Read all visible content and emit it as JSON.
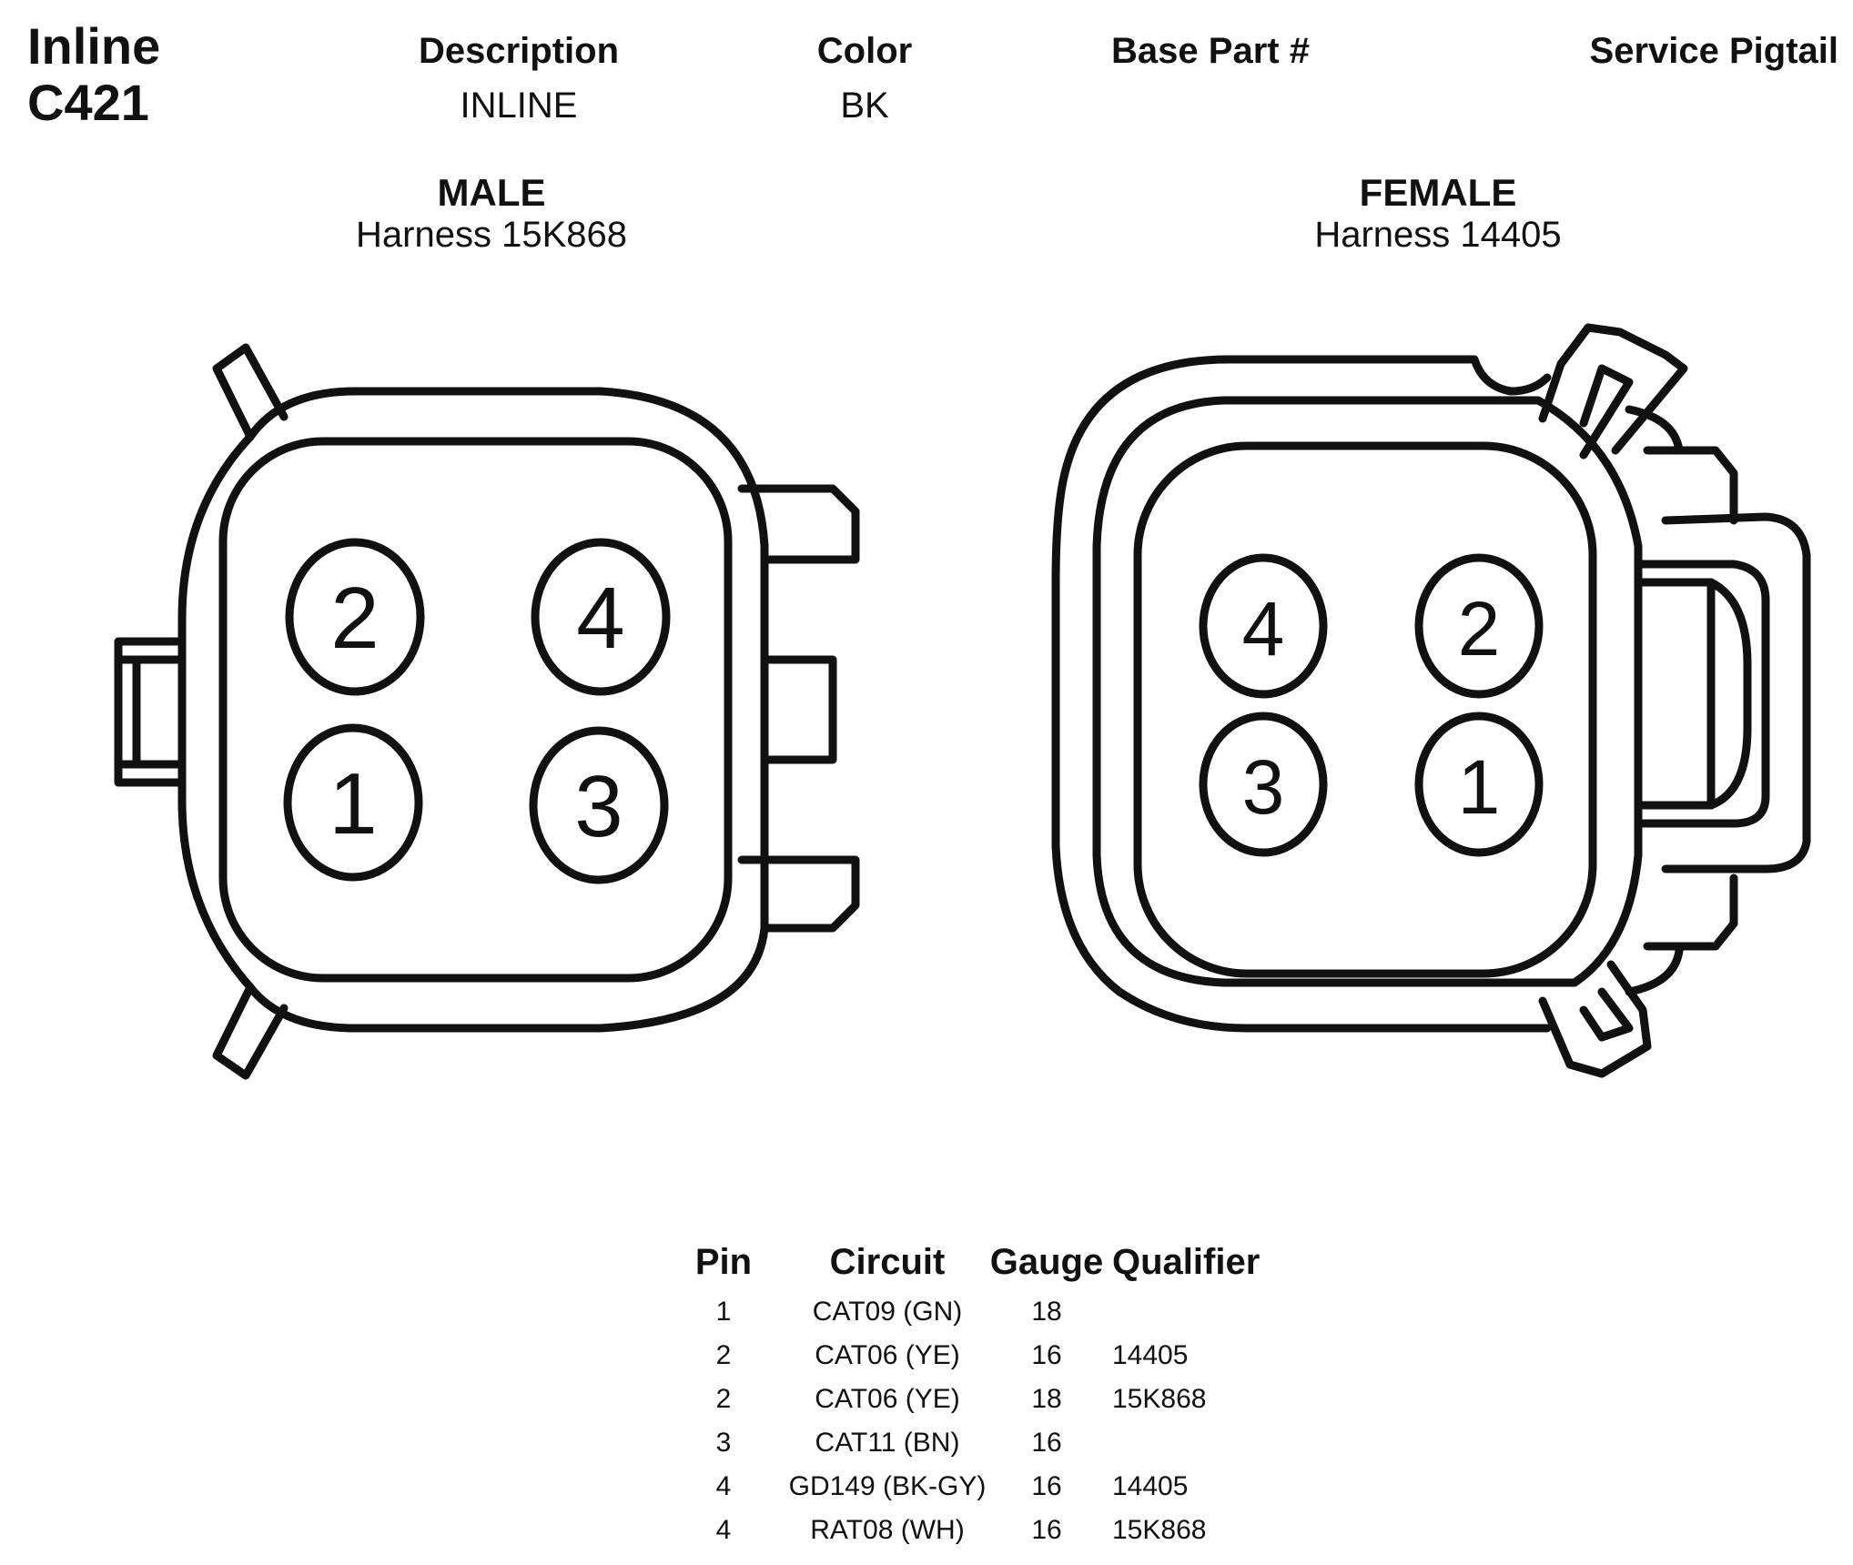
{
  "connector": {
    "title_line1": "Inline",
    "title_line2": "C421"
  },
  "header": {
    "description_label": "Description",
    "description_value": "INLINE",
    "color_label": "Color",
    "color_value": "BK",
    "base_part_label": "Base Part #",
    "base_part_value": "",
    "service_pigtail_label": "Service Pigtail",
    "service_pigtail_value": ""
  },
  "male": {
    "title": "MALE",
    "harness": "Harness 15K868",
    "pins": [
      "2",
      "4",
      "1",
      "3"
    ]
  },
  "female": {
    "title": "FEMALE",
    "harness": "Harness 14405",
    "pins": [
      "4",
      "2",
      "3",
      "1"
    ]
  },
  "pin_table": {
    "headers": {
      "pin": "Pin",
      "circuit": "Circuit",
      "gauge": "Gauge",
      "qualifier": "Qualifier"
    },
    "rows": [
      {
        "pin": "1",
        "circuit": "CAT09 (GN)",
        "gauge": "18",
        "qualifier": ""
      },
      {
        "pin": "2",
        "circuit": "CAT06 (YE)",
        "gauge": "16",
        "qualifier": "14405"
      },
      {
        "pin": "2",
        "circuit": "CAT06 (YE)",
        "gauge": "18",
        "qualifier": "15K868"
      },
      {
        "pin": "3",
        "circuit": "CAT11 (BN)",
        "gauge": "16",
        "qualifier": ""
      },
      {
        "pin": "4",
        "circuit": "GD149 (BK-GY)",
        "gauge": "16",
        "qualifier": "14405"
      },
      {
        "pin": "4",
        "circuit": "RAT08 (WH)",
        "gauge": "16",
        "qualifier": "15K868"
      }
    ]
  }
}
